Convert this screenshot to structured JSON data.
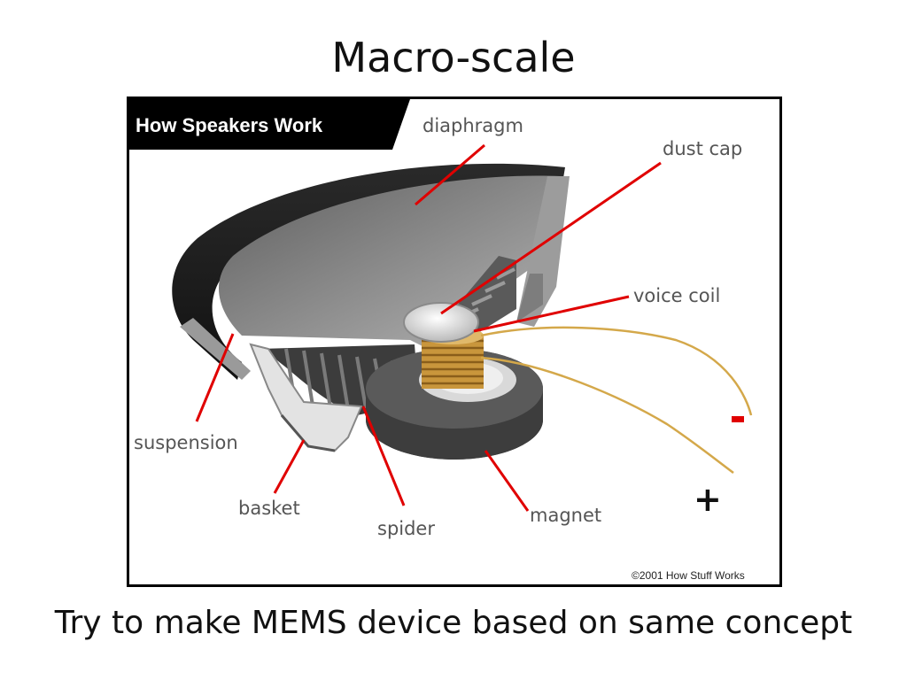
{
  "slide": {
    "title": "Macro-scale",
    "caption": "Try to make MEMS device based on same concept"
  },
  "figure": {
    "banner": "How Speakers Work",
    "labels": {
      "diaphragm": "diaphragm",
      "dust_cap": "dust cap",
      "voice_coil": "voice coil",
      "suspension": "suspension",
      "basket": "basket",
      "spider": "spider",
      "magnet": "magnet"
    },
    "minus_sign": "-",
    "plus_sign": "+",
    "copyright": "©2001 How Stuff Works",
    "colors": {
      "leader_line": "#e00000",
      "minus_sign": "#e00000",
      "coil_wire": "#d4a84a",
      "banner_bg": "#000000"
    }
  }
}
